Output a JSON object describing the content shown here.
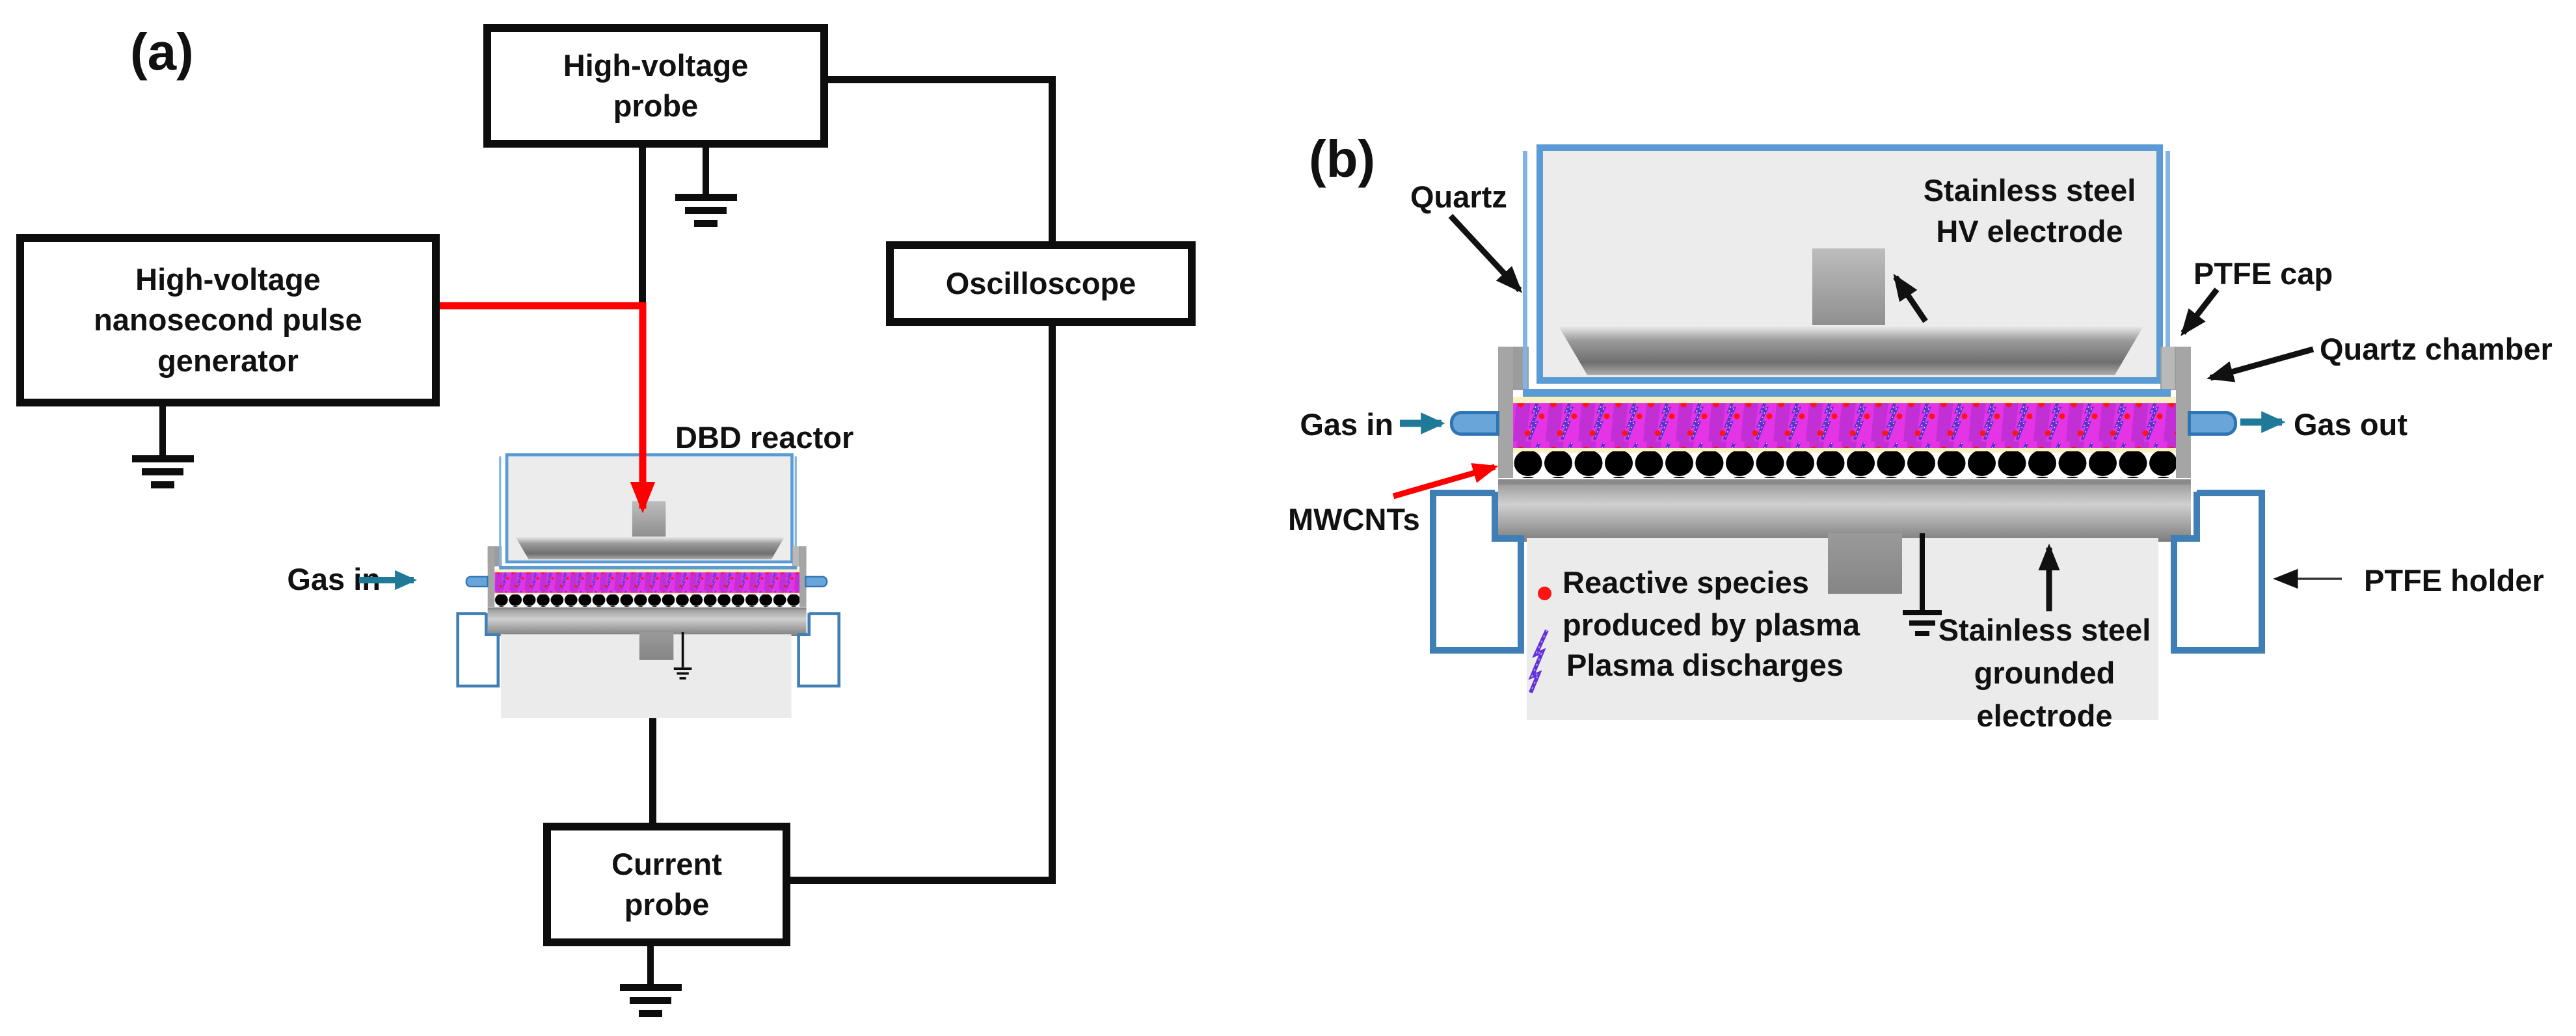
{
  "figure": {
    "panel_a": {
      "tag": "(a)",
      "hv_probe": "High-voltage\nprobe",
      "generator": "High-voltage\nnanosecond pulse\ngenerator",
      "oscilloscope": "Oscilloscope",
      "current_probe": "Current\nprobe",
      "reactor_label": "DBD reactor",
      "gas_in": "Gas in"
    },
    "panel_b": {
      "tag": "(b)",
      "quartz": "Quartz",
      "hv_electrode": "Stainless steel\nHV electrode",
      "ptfe_cap": "PTFE cap",
      "quartz_chamber": "Quartz chamber",
      "gas_in": "Gas in",
      "gas_out": "Gas out",
      "mwcnts": "MWCNTs",
      "grounded_electrode": "Stainless steel\ngrounded\nelectrode",
      "ptfe_holder": "PTFE holder",
      "legend": {
        "reactive_species": "Reactive species\nproduced by plasma",
        "plasma_discharges": "Plasma discharges"
      }
    },
    "colors": {
      "quartz_blue": "#5b9bd5",
      "holder_blue": "#3f7fb5",
      "plasma_magenta": "#e534e5",
      "plasma_dark": "#a42cc8",
      "bolt_purple": "#5b2fd0",
      "species_red": "#ff1414",
      "cream": "#faf0c0",
      "gas_arrow_teal": "#1f7a99",
      "hv_wire_red": "#ff0000",
      "metal_gray": "#a5a5a5"
    }
  }
}
